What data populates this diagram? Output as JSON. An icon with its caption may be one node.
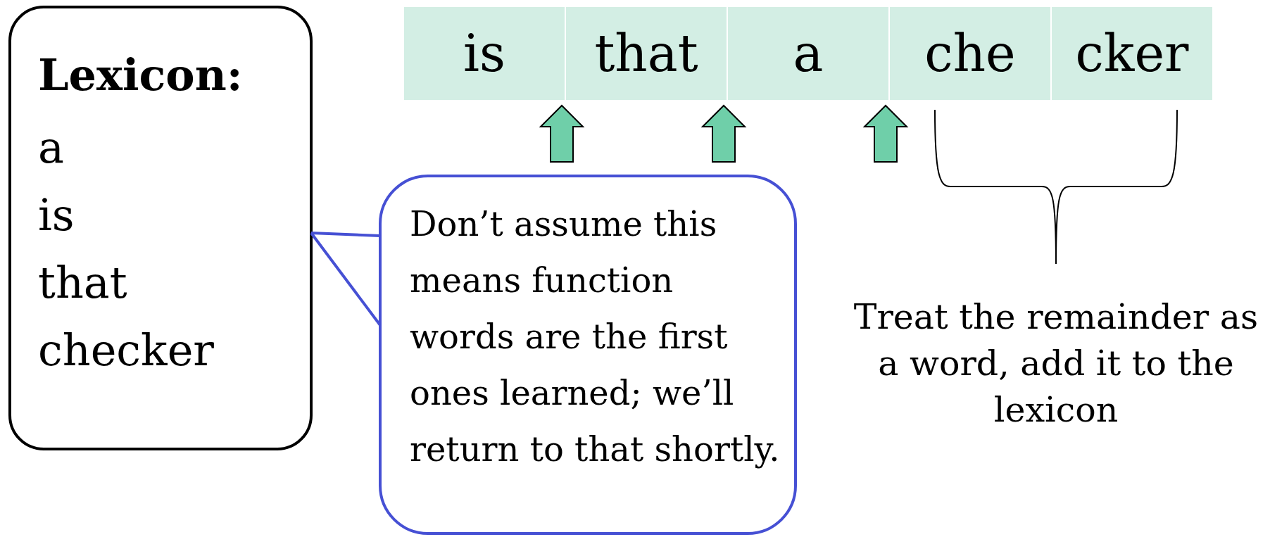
{
  "diagram": {
    "nodes": [
      {
        "text": [
          "Lexicon:",
          "a",
          "is",
          "that",
          "checker"
        ]
      },
      {
        "text": [
          "is"
        ]
      },
      {
        "text": [
          "that"
        ]
      },
      {
        "text": [
          "a"
        ]
      },
      {
        "text": [
          "che"
        ]
      },
      {
        "text": [
          "cker"
        ]
      },
      {
        "text": [
          "Don’t assume this means function words are the first ones learned; we’ll return to that shortly."
        ]
      }
    ],
    "edges": [
      {
        "from": 6,
        "to": 0,
        "arrow": "none"
      },
      {
        "from": null,
        "to": 1,
        "arrow": "to"
      },
      {
        "from": null,
        "to": 2,
        "arrow": "to"
      },
      {
        "from": null,
        "to": 3,
        "arrow": "to"
      }
    ],
    "labels": [
      "Treat the remainder as a word, add it to the lexicon"
    ]
  }
}
